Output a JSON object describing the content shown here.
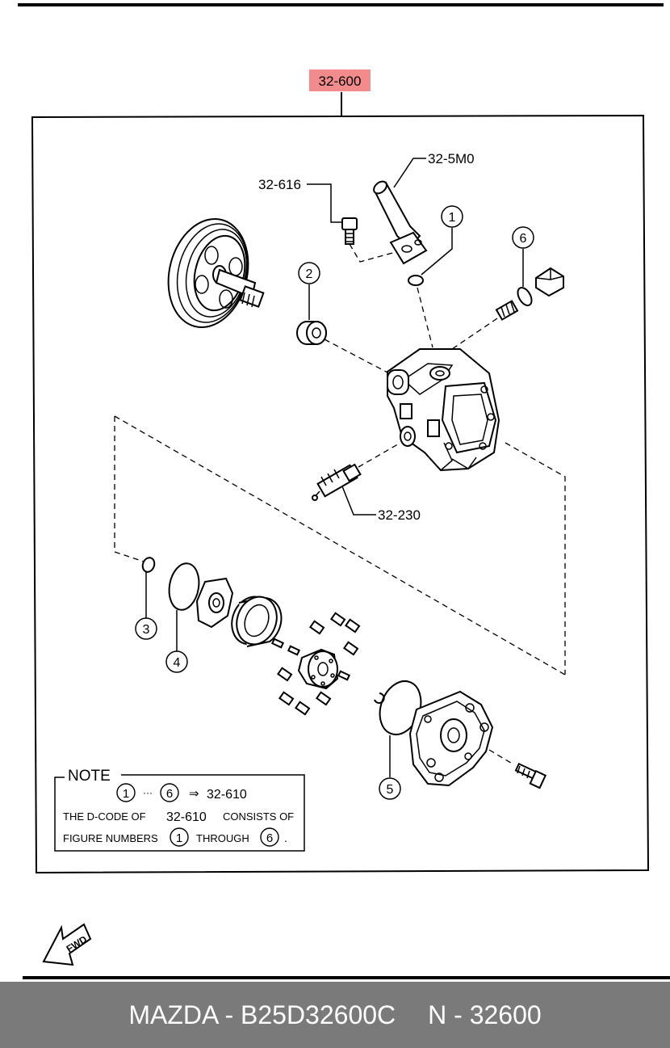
{
  "diagram": {
    "main_part": "32-600",
    "callouts": {
      "c_325m0": "32-5M0",
      "c_32616": "32-616",
      "c_32230": "32-230"
    },
    "figure_numbers": [
      "1",
      "2",
      "3",
      "4",
      "5",
      "6"
    ],
    "fwd_label": "FWD"
  },
  "note": {
    "title": "NOTE",
    "range_start": "1",
    "range_sep": "···",
    "range_end": "6",
    "arrow": "⇒",
    "kit_code": "32-610",
    "line2_a": "THE D-CODE OF",
    "line2_code": "32-610",
    "line2_b": "CONSISTS OF",
    "line3_a": "FIGURE NUMBERS",
    "line3_n1": "1",
    "line3_mid": "THROUGH",
    "line3_n2": "6",
    "line3_end": "."
  },
  "footer": {
    "left": "MAZDA - B25D32600C",
    "right": "N - 32600"
  }
}
